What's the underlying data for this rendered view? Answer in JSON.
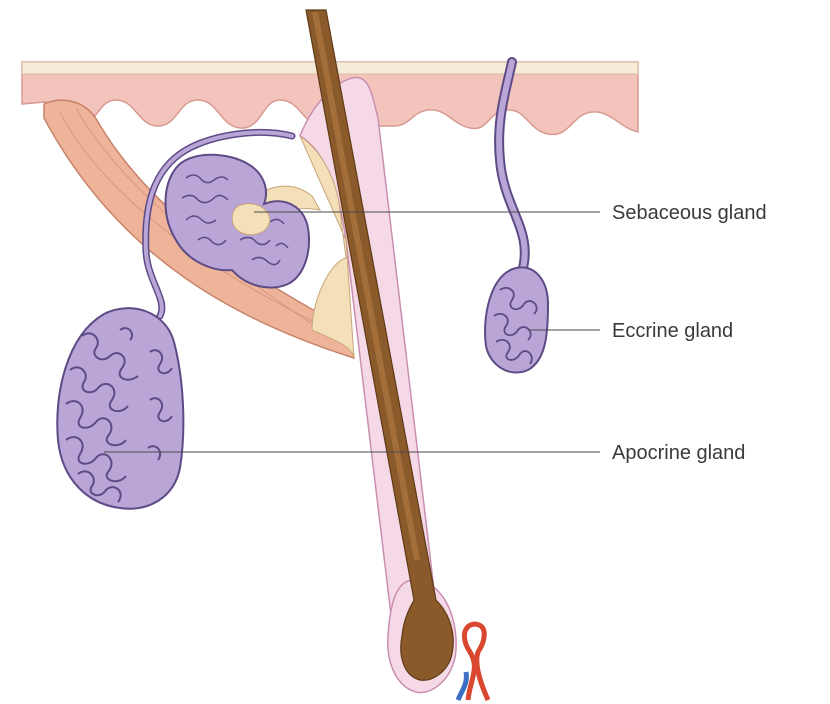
{
  "labels": {
    "sebaceous": "Sebaceous gland",
    "eccrine": "Eccrine gland",
    "apocrine": "Apocrine gland"
  },
  "colors": {
    "epidermis": "#f2c4bc",
    "epidermis_edge": "#d89a92",
    "surface": "#f6ead8",
    "dermis_pink": "#f6d9e6",
    "dermis_edge": "#c98fb0",
    "muscle": "#eeb49a",
    "muscle_edge": "#c7836a",
    "sebum": "#f3e0b8",
    "hair": "#8b5a2b",
    "hair_edge": "#5e3a17",
    "gland": "#b9a5d6",
    "gland_edge": "#5d4b86",
    "vessel_red": "#d9472e",
    "vessel_blue": "#3b6fc4"
  }
}
